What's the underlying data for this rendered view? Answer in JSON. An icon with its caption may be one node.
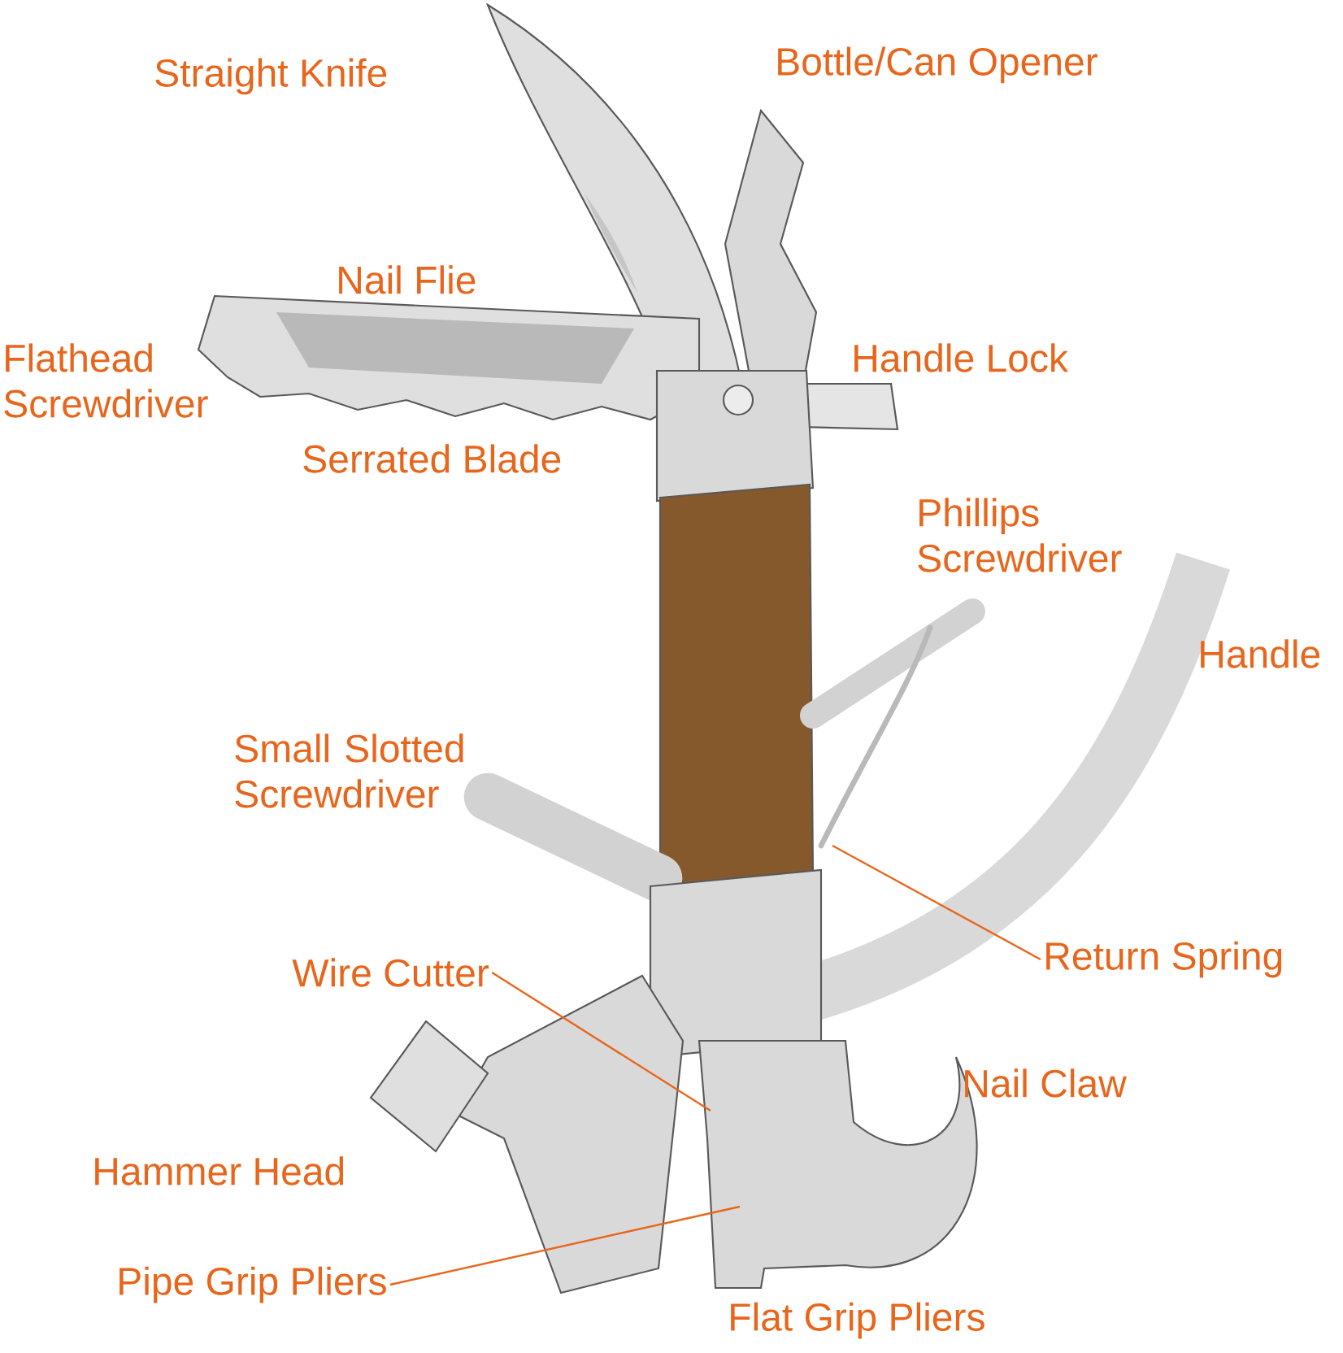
{
  "diagram": {
    "nodes": [
      {
        "text": [
          "Wire Cutter"
        ]
      },
      {
        "text": [
          "Pipe Grip Pliers"
        ]
      },
      {
        "text": [
          "Return Spring"
        ]
      }
    ],
    "edges": [
      {
        "from": 0,
        "to": null,
        "arrow": "none"
      },
      {
        "from": 1,
        "to": null,
        "arrow": "none"
      },
      {
        "from": 2,
        "to": null,
        "arrow": "none"
      }
    ],
    "labels": [
      "Straight Knife",
      "Bottle/Can Opener",
      "Nail Flie",
      "Flathead Screwdriver",
      "Handle Lock",
      "Serrated Blade",
      "Phillips Screwdriver",
      "Handle",
      "Small Slotted Screwdriver",
      "Nail Claw",
      "Hammer Head",
      "Flat Grip Pliers"
    ]
  }
}
